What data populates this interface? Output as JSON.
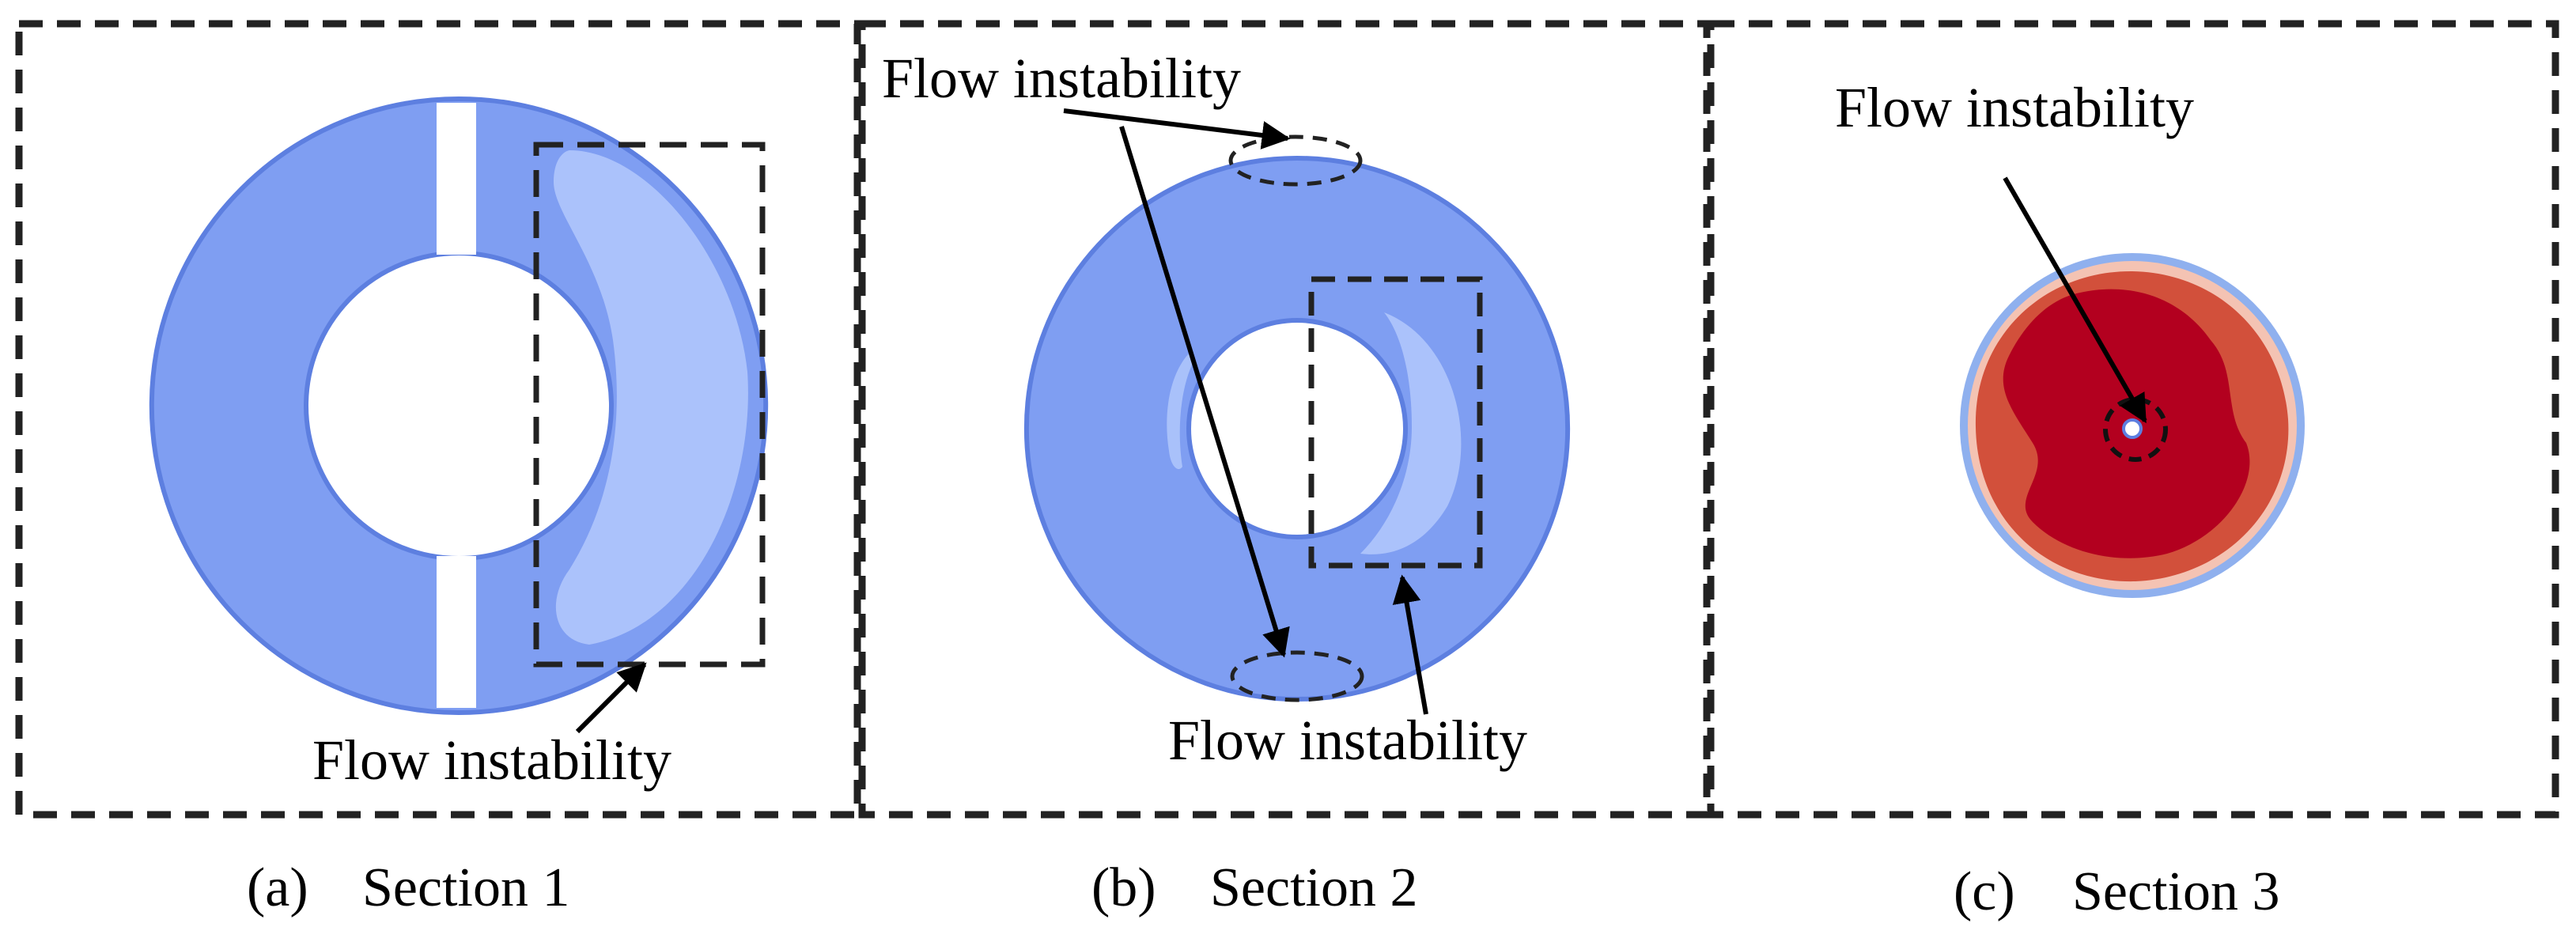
{
  "panels": [
    {
      "label": "(a)",
      "caption": "Section 1",
      "annotations": [
        "Flow instability"
      ]
    },
    {
      "label": "(b)",
      "caption": "Section 2",
      "annotations": [
        "Flow instability",
        "Flow instability"
      ]
    },
    {
      "label": "(c)",
      "caption": "Section 3",
      "annotations": [
        "Flow instability"
      ]
    }
  ],
  "colors": {
    "ring_blue": "#7f9ef2",
    "ring_edge": "#5d7fe0",
    "highlight": "#aec4fb",
    "core_red": "#b3001f",
    "mid_red": "#d2503b",
    "outer_ring": "#f4c3b3",
    "edge_blue": "#8fb0ee"
  }
}
